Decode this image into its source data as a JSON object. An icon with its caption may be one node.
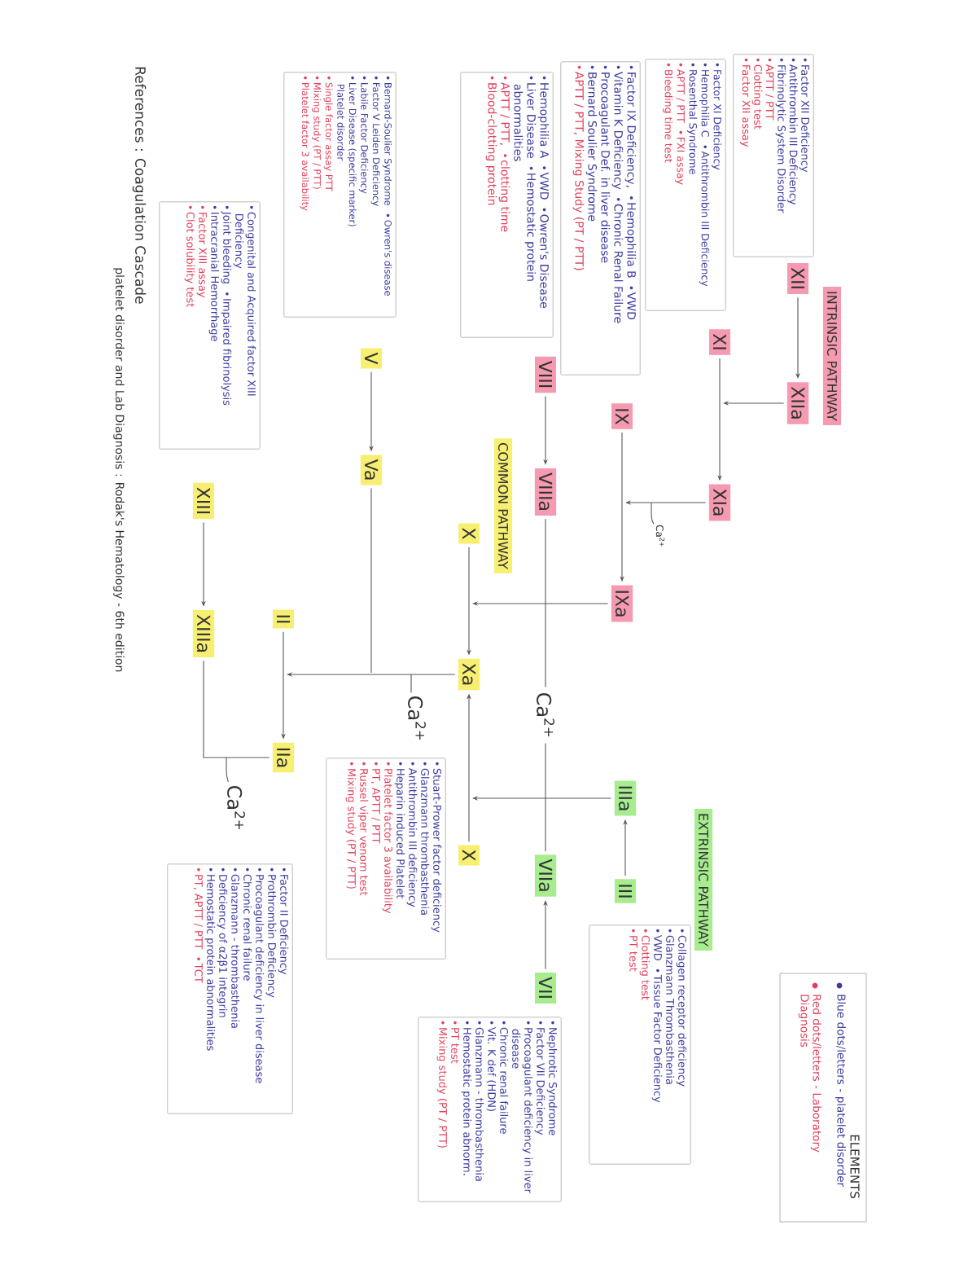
{
  "diagram": {
    "nodes": [
      {
        "text": [
          "INTRINSIC PATHWAY"
        ]
      },
      {
        "text": [
          "XII"
        ]
      },
      {
        "text": [
          "XIIa"
        ]
      },
      {
        "text": [
          "XI"
        ]
      },
      {
        "text": [
          "XIa"
        ]
      },
      {
        "text": [
          "IX"
        ]
      },
      {
        "text": [
          "IXa"
        ]
      },
      {
        "text": [
          "VIII"
        ]
      },
      {
        "text": [
          "VIIIa"
        ]
      },
      {
        "text": [
          "COMMON PATHWAY"
        ]
      },
      {
        "text": [
          "X"
        ]
      },
      {
        "text": [
          "Xa"
        ]
      },
      {
        "text": [
          "V"
        ]
      },
      {
        "text": [
          "Va"
        ]
      },
      {
        "text": [
          "II"
        ]
      },
      {
        "text": [
          "IIa"
        ]
      },
      {
        "text": [
          "XIII"
        ]
      },
      {
        "text": [
          "XIIIa"
        ]
      },
      {
        "text": [
          "EXTRINSIC PATHWAY"
        ]
      },
      {
        "text": [
          "III"
        ]
      },
      {
        "text": [
          "IIIa"
        ]
      },
      {
        "text": [
          "VII"
        ]
      },
      {
        "text": [
          "VIIa"
        ]
      },
      {
        "text": [
          "X"
        ]
      },
      {
        "text": [
          "Ca$^{2+}$"
        ]
      },
      {
        "text": [
          "Ca$^{2+}$"
        ]
      },
      {
        "text": [
          "Ca$^{2+}$"
        ]
      },
      {
        "text": [
          "Ca$^{2+}$"
        ]
      },
      {
        "text": [
          "Factor XII Deficiency",
          "Antithrombin III Deficiency",
          "Fibrinolytic System Disorder",
          "APTT / PTT",
          "Clotting test",
          "Factor XII assay"
        ]
      },
      {
        "text": [
          "Factor XI Deficiency",
          "Hemophilia C",
          "Antithrombin III Deficiency",
          "Rosenthal Syndrome",
          "APTT / PTT",
          "FXI assay",
          "Bleeding time test"
        ]
      },
      {
        "text": [
          "Factor IX Deficiency,",
          "Hemophilia B",
          "VWD",
          "Vitamin K Deficiency",
          "Chronic Renal Failure",
          "Procoagulant Def. in liver disease",
          "Bernard Soulier Syndrome",
          "APTT / PTT, Mixing Study (PT / PTT)"
        ]
      },
      {
        "text": [
          "Hemophilia A",
          "VWD",
          "Owren's Disease",
          "Liver Disease",
          "Hemostatic protein abnormalities",
          "APTT / PTT,",
          "clotting time",
          "Blood-clotting protein"
        ]
      },
      {
        "text": [
          "Bernard-Soulier Syndrome",
          "Owren's disease",
          "Factor V Leiden Deficiency",
          "Labile Factor Deficiency",
          "Liver Disease (specific marker)",
          "Platelet disorder",
          "Single factor assay PTT",
          "Mixing study (PT / PTT)",
          "Platelet factor 3 availability"
        ]
      },
      {
        "text": [
          "Congenital and Acquired factor XIII Deficiency",
          "Joint bleeding",
          "Impaired fibrinolysis",
          "Intracranial Hemorrhage",
          "Factor XIII assay",
          "Clot solubility test"
        ]
      },
      {
        "text": [
          "Stuart-Prower factor deficiency",
          "Glanzmann thrombasthenia",
          "Antithrombin III deficiency",
          "Heparin induced Platelet",
          "Platelet factor 3 availability",
          "PT, APTT / PTT",
          "Russel viper venom test",
          "Mixing study (PT / PTT)"
        ]
      },
      {
        "text": [
          "Factor II Deficiency",
          "Prothrombin Deficiency",
          "Procoagulant deficiency in liver disease",
          "Chronic renal failure",
          "Glanzmann - thrombasthenia",
          "Deficiency of α2β1 integrin",
          "Hemostatic protein abnormalities",
          "PT, APTT / PTT",
          "TCT"
        ]
      },
      {
        "text": [
          "Nephrotic Syndrome",
          "Factor VII Deficiency",
          "Procoagulant deficiency in liver disease",
          "Chronic renal failure",
          "Vit. K def (HDN)",
          "Glanzmann - thrombasthenia",
          "Hemostatic protein abnorm.",
          "PT test",
          "Mixing study (PT / PTT)"
        ]
      },
      {
        "text": [
          "Collagen receptor deficiency",
          "Glanzmann Thrombasthenia",
          "VWD",
          "Tissue Factor Deficiency",
          "Clotting test",
          "PT test"
        ]
      }
    ],
    "edges": [
      {
        "from": 1,
        "to": 2,
        "arrow": "to"
      },
      {
        "from": 3,
        "to": 4,
        "arrow": "to"
      },
      {
        "from": 2,
        "to": null,
        "arrow": "to"
      },
      {
        "from": 5,
        "to": 6,
        "arrow": "to"
      },
      {
        "from": 4,
        "to": null,
        "arrow": "to"
      },
      {
        "from": 7,
        "to": 8,
        "arrow": "to"
      },
      {
        "from": 10,
        "to": 11,
        "arrow": "to"
      },
      {
        "from": 6,
        "to": null,
        "arrow": "to"
      },
      {
        "from": 8,
        "to": 25,
        "arrow": "none"
      },
      {
        "from": 25,
        "to": 22,
        "arrow": "none"
      },
      {
        "from": 21,
        "to": 22,
        "arrow": "to"
      },
      {
        "from": 19,
        "to": 20,
        "arrow": "to"
      },
      {
        "from": 20,
        "to": null,
        "arrow": "to"
      },
      {
        "from": 23,
        "to": 11,
        "arrow": "to"
      },
      {
        "from": 11,
        "to": null,
        "arrow": "to"
      },
      {
        "from": 12,
        "to": 13,
        "arrow": "to"
      },
      {
        "from": 13,
        "to": null,
        "arrow": "none"
      },
      {
        "from": 14,
        "to": 15,
        "arrow": "to"
      },
      {
        "from": 16,
        "to": 17,
        "arrow": "to"
      },
      {
        "from": 17,
        "to": 15,
        "arrow": "none"
      },
      {
        "from": 24,
        "to": null,
        "arrow": "none"
      },
      {
        "from": 26,
        "to": null,
        "arrow": "none"
      },
      {
        "from": 27,
        "to": null,
        "arrow": "none"
      }
    ],
    "labels": [
      "ELEMENTS",
      "References : Coagulation Cascade",
      "platelet disorder and Lab Diagnosis : Rodak's Hematology - 6th edition"
    ],
    "legend": [
      {
        "text": "Blue dots/letters - platelet disorder",
        "color": "#3c3ca0"
      },
      {
        "text": "Red dots/letters - Laboratory Diagnosis",
        "color": "#e0405a"
      }
    ]
  }
}
